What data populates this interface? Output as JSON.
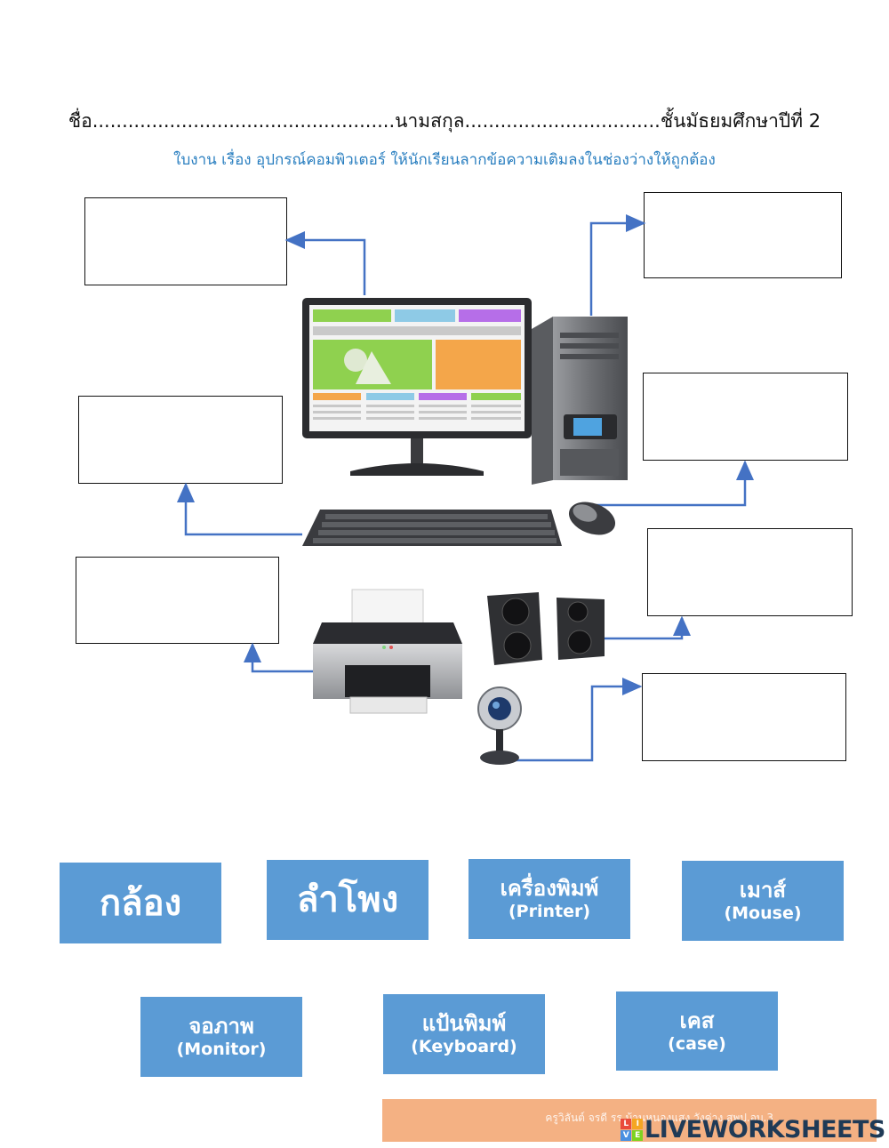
{
  "header": {
    "name_line": "ชื่อ...................................................นามสกุล.................................ชั้นมัธยมศึกษาปีที่ 2",
    "subtitle": "ใบงาน เรื่อง อุปกรณ์คอมพิวเตอร์ ให้นักเรียนลากข้อความเติมลงในช่องว่างให้ถูกต้อง"
  },
  "answer_tiles": [
    {
      "th": "กล้อง",
      "en": ""
    },
    {
      "th": "ลำโพง",
      "en": ""
    },
    {
      "th": "เครื่องพิมพ์",
      "en": "(Printer)"
    },
    {
      "th": "เมาส์",
      "en": "(Mouse)"
    },
    {
      "th": "จอภาพ",
      "en": "(Monitor)"
    },
    {
      "th": "แป้นพิมพ์",
      "en": "(Keyboard)"
    },
    {
      "th": "เคส",
      "en": "(case)"
    }
  ],
  "footer": {
    "credit": "ครูวิลันต์ จรดี รร.บ้านหนองแสง วังค่าง สพป.อบ.3",
    "logo_text": "LIVEWORKSHEETS",
    "logo_letters": [
      "L",
      "I",
      "V",
      "E"
    ]
  },
  "colors": {
    "accent": "#5b9bd5",
    "arrow": "#4472c4",
    "subtitle": "#2a7fc0",
    "footer_bg": "#f4b183"
  }
}
